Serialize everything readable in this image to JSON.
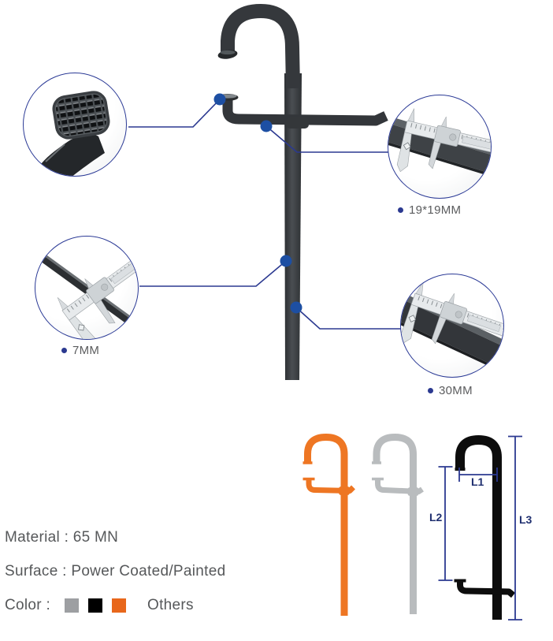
{
  "product_diagram": {
    "callouts": [
      {
        "id": "cross-section",
        "text": "19*19MM"
      },
      {
        "id": "plate-thickness",
        "text": "7MM"
      },
      {
        "id": "plate-width",
        "text": "30MM"
      }
    ],
    "dimension_labels": {
      "l1": "L1",
      "l2": "L2",
      "l3": "L3"
    }
  },
  "specs": {
    "separator": " : ",
    "material_label": "Material",
    "material_value": "65 MN",
    "surface_label": "Surface",
    "surface_value": "Power Coated/Painted",
    "color_label": "Color :",
    "others_label": "Others",
    "swatches": [
      {
        "name": "gray",
        "hex": "#9d9fa2"
      },
      {
        "name": "black",
        "hex": "#000000"
      },
      {
        "name": "orange",
        "hex": "#e8671b"
      }
    ]
  },
  "colors": {
    "accent_navy": "#2b3990",
    "dot_blue": "#1d4fa3",
    "dim_line_navy": "#2b3990",
    "text_gray": "#56585a",
    "clamp_dark": "#35383c",
    "variant_orange": "#ee7623",
    "variant_silver": "#b9bcbe",
    "variant_black": "#0d0d0d"
  }
}
